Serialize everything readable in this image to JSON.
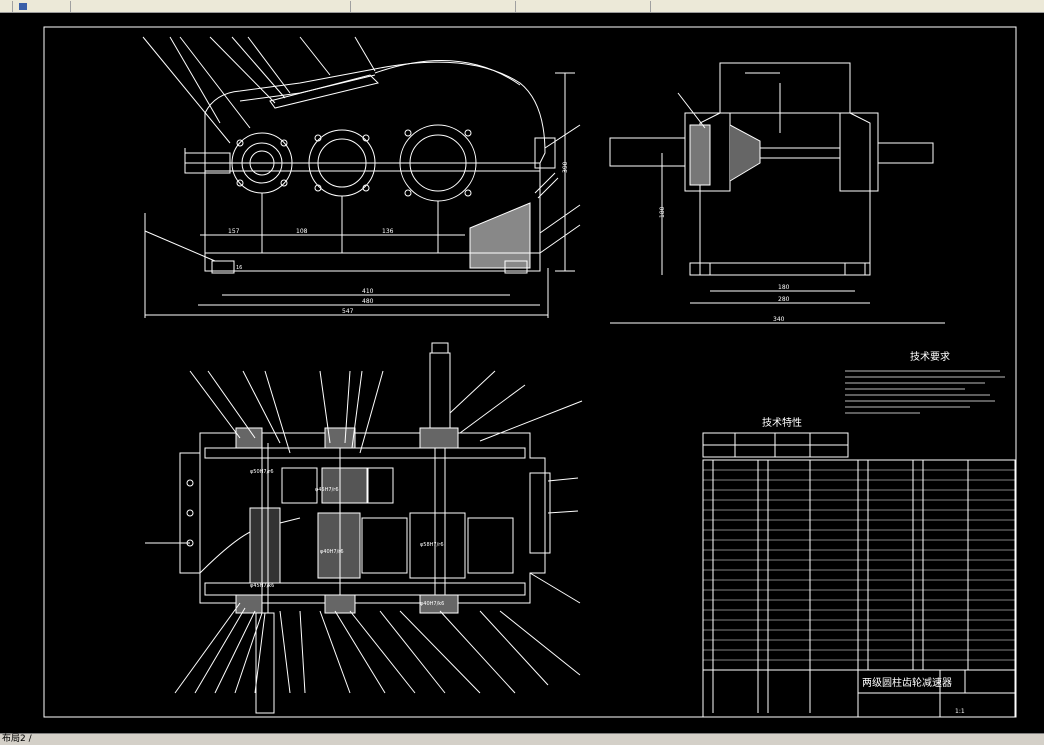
{
  "tabs": [
    {
      "label": ""
    },
    {
      "label": ""
    },
    {
      "label": ""
    },
    {
      "label": ""
    },
    {
      "label": ""
    }
  ],
  "drawing": {
    "tech_requirements_title": "技术要求",
    "tech_features_title": "技术特性",
    "title_block_name": "两级圆柱齿轮减速器",
    "scale": "1:1",
    "dims": {
      "front_overall": "547",
      "front_base": "480",
      "front_inner": "410",
      "front_seg1": "157",
      "front_seg2": "108",
      "front_seg3": "136",
      "front_height": "390",
      "front_base_h": "16",
      "side_overall": "340",
      "side_base": "280",
      "side_inner": "180",
      "side_height": "180"
    },
    "fits": [
      "φ50H7/r6",
      "φ45H7/r6",
      "φ40H7/r6",
      "φ58H7/r6",
      "φ45H7/k6",
      "φ40H7/k6"
    ]
  },
  "status": {
    "text": "布局2 /"
  }
}
